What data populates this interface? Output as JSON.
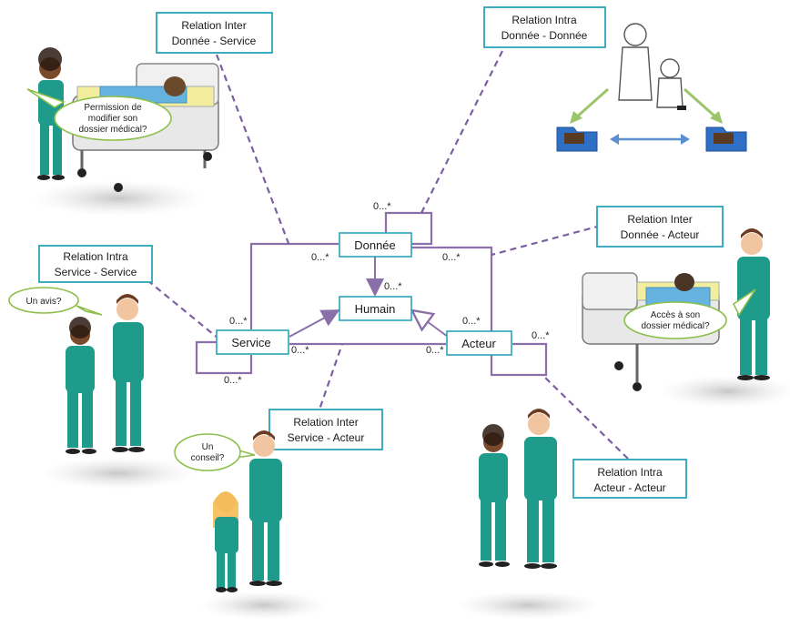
{
  "colors": {
    "association": "#8a6fa8",
    "dashed": "#7b5fa1",
    "box_border": "#2aa3b8",
    "scrub": "#1f9b8c",
    "bubble_border": "#8cbf4a",
    "folder": "#2f6fc4",
    "green_arrow": "#9cc46a",
    "blue_arrow": "#5b8fcf"
  },
  "nodes": {
    "donnee": "Donnée",
    "humain": "Humain",
    "service": "Service",
    "acteur": "Acteur"
  },
  "multiplicities": {
    "donnee_self": "0...*",
    "donnee_left": "0...*",
    "donnee_right": "0...*",
    "donnee_humain": "0...*",
    "service_top": "0...*",
    "service_right": "0...*",
    "service_bottom": "0...*",
    "acteur_top": "0...*",
    "acteur_left": "0...*",
    "acteur_right": "0...*"
  },
  "relations": {
    "inter_donnee_service": [
      "Relation Inter",
      "Donnée - Service"
    ],
    "intra_donnee_donnee": [
      "Relation Intra",
      "Donnée - Donnée"
    ],
    "inter_donnee_acteur": [
      "Relation Inter",
      "Donnée - Acteur"
    ],
    "intra_service_service": [
      "Relation Intra",
      "Service - Service"
    ],
    "inter_service_acteur": [
      "Relation Inter",
      "Service  - Acteur"
    ],
    "intra_acteur_acteur": [
      "Relation Intra",
      "Acteur - Acteur"
    ]
  },
  "bubbles": {
    "permission": [
      "Permission de",
      "modifier son",
      "dossier médical?"
    ],
    "avis": [
      "Un avis?"
    ],
    "conseil": [
      "Un",
      "conseil?"
    ],
    "acces": [
      "Accès à son",
      "dossier médical?"
    ]
  }
}
